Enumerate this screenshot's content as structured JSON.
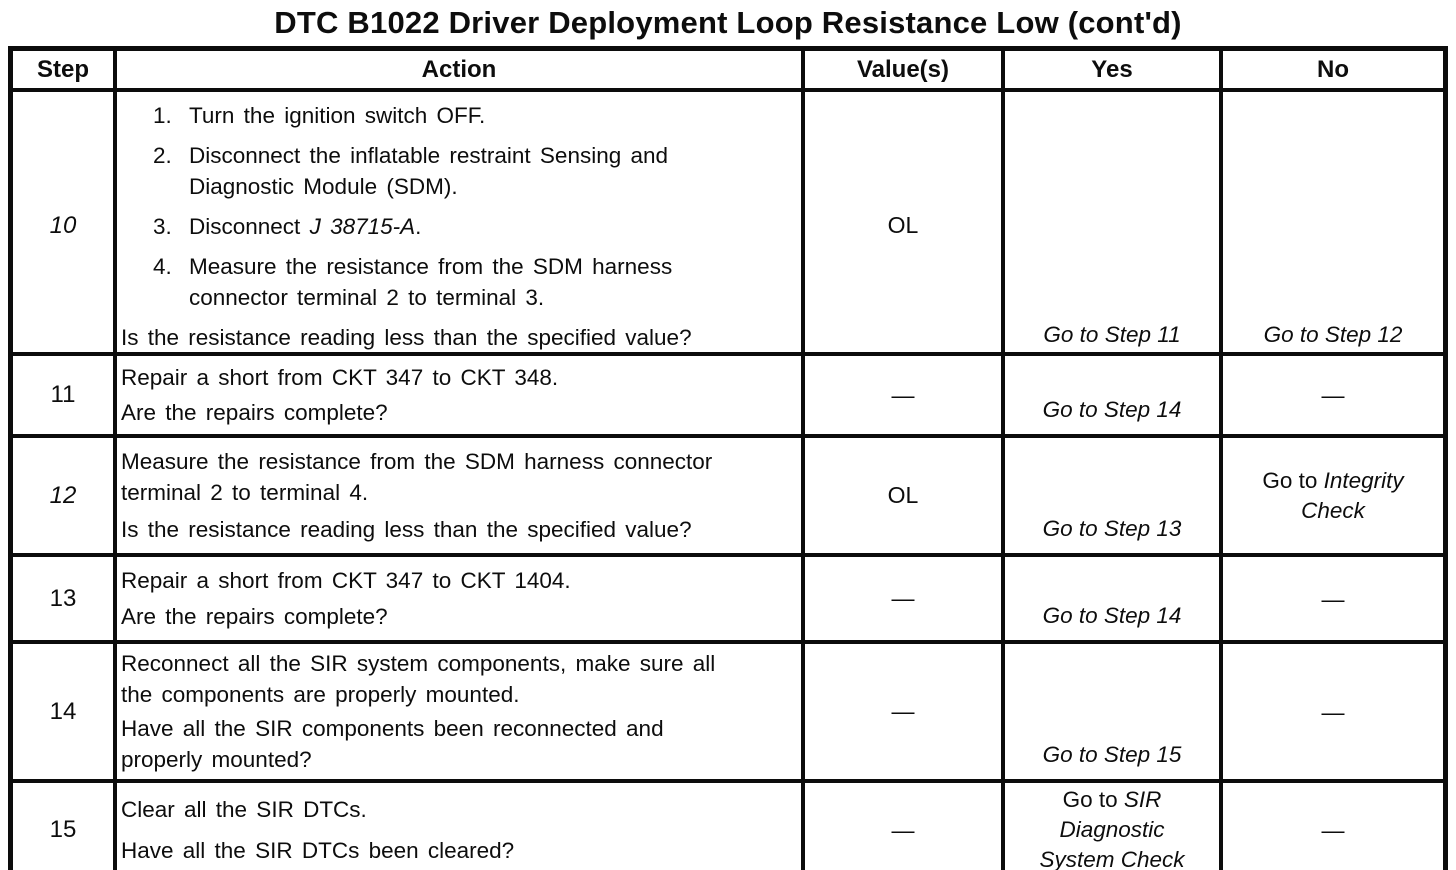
{
  "title": "DTC B1022 Driver Deployment Loop Resistance Low (cont'd)",
  "table": {
    "headers": {
      "step": "Step",
      "action": "Action",
      "value": "Value(s)",
      "yes": "Yes",
      "no": "No"
    },
    "rows": [
      {
        "step": "10",
        "action_items": [
          {
            "num": "1.",
            "text": "Turn the ignition switch OFF."
          },
          {
            "num": "2.",
            "text": "Disconnect the inflatable restraint Sensing and\nDiagnostic Module (SDM)."
          },
          {
            "num": "3.",
            "pre": "Disconnect ",
            "em": "J 38715-A",
            "post": "."
          },
          {
            "num": "4.",
            "text": "Measure the resistance from the SDM harness\nconnector terminal 2 to terminal 3."
          }
        ],
        "question": "Is the resistance reading less than the specified value?",
        "value": "OL",
        "yes": "Go to Step 11",
        "no": "Go to Step 12"
      },
      {
        "step": "11",
        "statement": "Repair a short from CKT 347 to CKT 348.",
        "question": "Are the repairs complete?",
        "value": "—",
        "yes": "Go to Step 14",
        "no": "—"
      },
      {
        "step": "12",
        "statement": "Measure the resistance from the SDM harness connector\nterminal 2 to terminal 4.",
        "question": "Is the resistance reading less than the specified value?",
        "value": "OL",
        "yes": "Go to Step 13",
        "no_pre": "Go to ",
        "no_em": "Integrity\nCheck"
      },
      {
        "step": "13",
        "statement": "Repair a short from CKT 347 to CKT 1404.",
        "question": "Are the repairs complete?",
        "value": "—",
        "yes": "Go to Step 14",
        "no": "—"
      },
      {
        "step": "14",
        "statement": "Reconnect all the SIR system components, make sure all\nthe components are properly mounted.",
        "question": "Have all the SIR components been reconnected and\nproperly mounted?",
        "value": "—",
        "yes": "Go to Step 15",
        "no": "—"
      },
      {
        "step": "15",
        "statement": "Clear all the SIR DTCs.",
        "question": "Have all the SIR DTCs been cleared?",
        "value": "—",
        "yes_pre": "Go to ",
        "yes_em": "SIR\nDiagnostic\nSystem Check",
        "no": "—"
      }
    ]
  }
}
